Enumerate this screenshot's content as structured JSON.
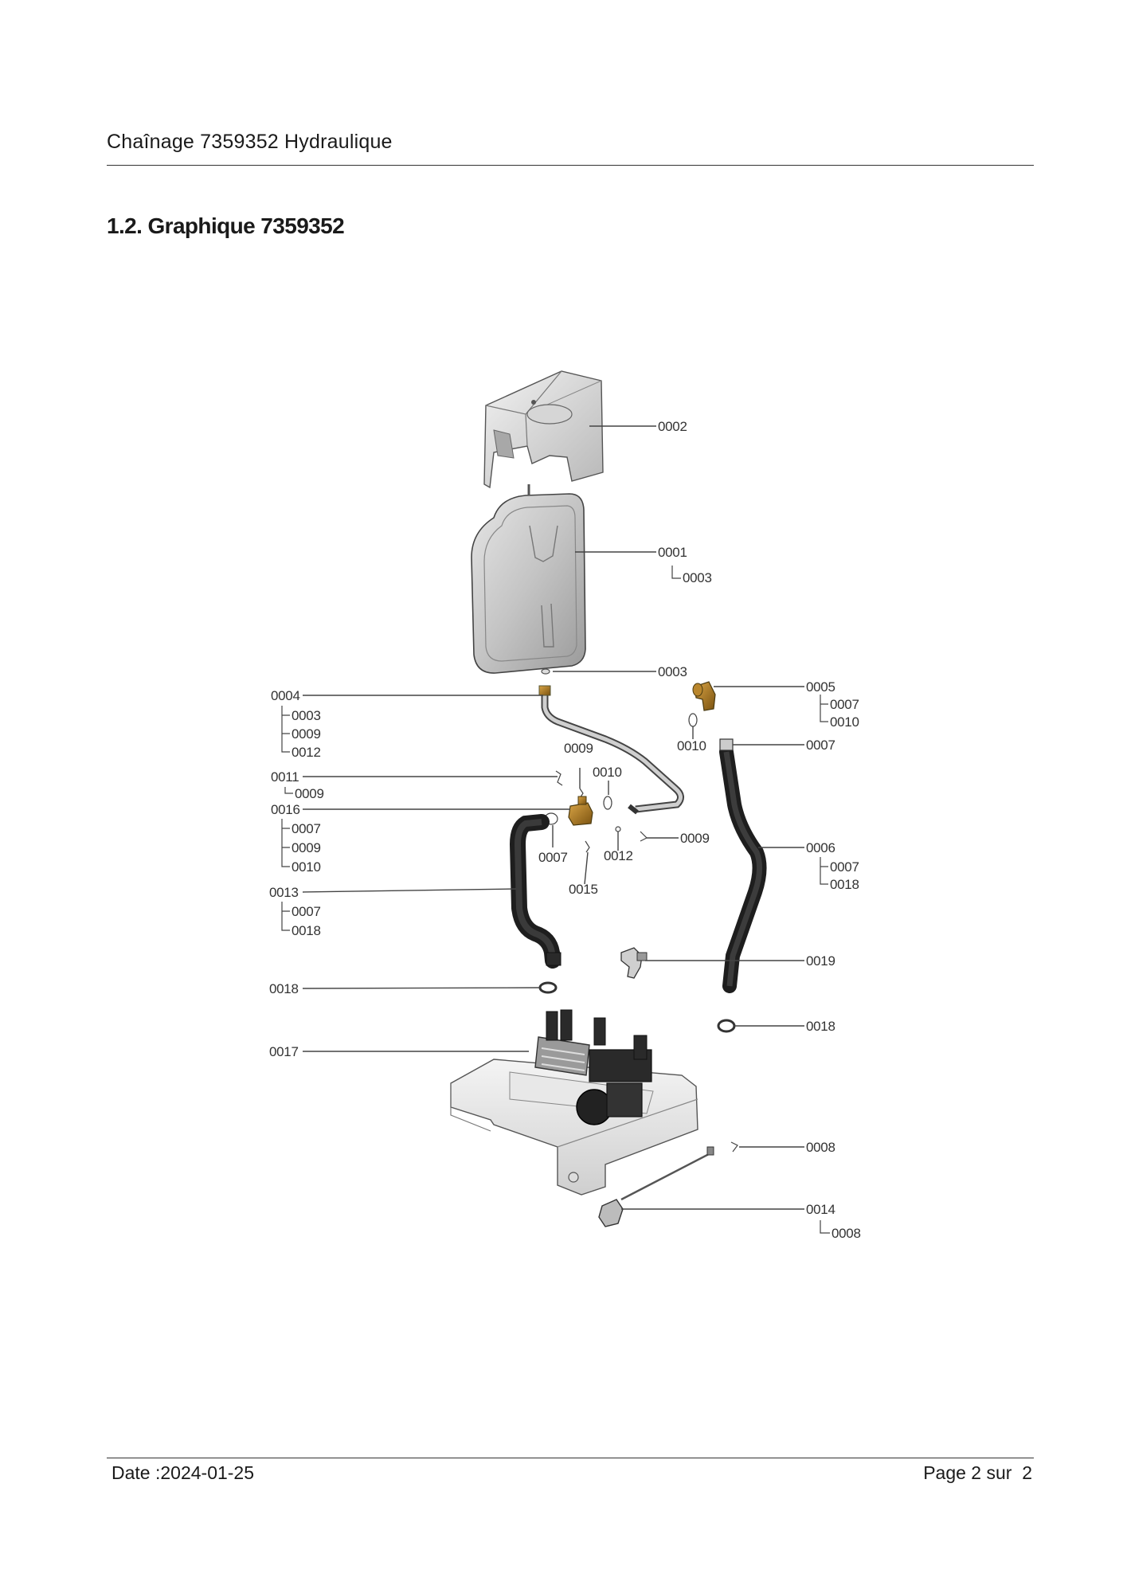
{
  "header": {
    "title": "Chaînage 7359352 Hydraulique"
  },
  "section": {
    "title": "1.2. Graphique 7359352"
  },
  "diagram": {
    "labels": {
      "p0002": "0002",
      "p0001": "0001",
      "p0001_s1": "0003",
      "p0003": "0003",
      "p0005": "0005",
      "p0005_s1": "0007",
      "p0005_s2": "0010",
      "p0007r": "0007",
      "p0004": "0004",
      "p0004_s1": "0003",
      "p0004_s2": "0009",
      "p0004_s3": "0012",
      "p0009c": "0009",
      "p0010c": "0010",
      "p0010m": "0010",
      "p0011": "0011",
      "p0011_s1": "0009",
      "p0016": "0016",
      "p0016_s1": "0007",
      "p0016_s2": "0009",
      "p0016_s3": "0010",
      "p0009r": "0009",
      "p0007c": "0007",
      "p0012c": "0012",
      "p0015c": "0015",
      "p0006": "0006",
      "p0006_s1": "0007",
      "p0006_s2": "0018",
      "p0013": "0013",
      "p0013_s1": "0007",
      "p0013_s2": "0018",
      "p0019": "0019",
      "p0018l": "0018",
      "p0018r": "0018",
      "p0017": "0017",
      "p0008": "0008",
      "p0014": "0014",
      "p0014_s1": "0008"
    }
  },
  "footer": {
    "date": "Date :2024-01-25",
    "page": "Page 2 sur  2"
  }
}
